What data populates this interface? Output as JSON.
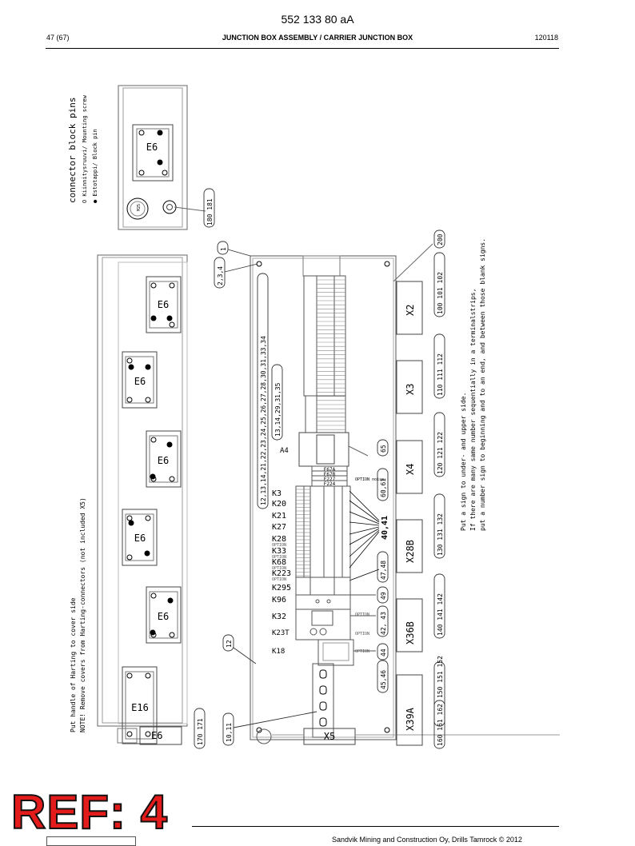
{
  "header": {
    "doc_number": "552 133 80 aA",
    "page": "47 (67)",
    "title": "JUNCTION BOX ASSEMBLY / CARRIER JUNCTION BOX",
    "date_code": "120118"
  },
  "footer": {
    "copyright": "Sandvik Mining and Construction Oy, Drills Tamrock © 2012",
    "ref_stamp": "REF: 4"
  },
  "legend": {
    "title": "connector block pins",
    "item1": "O Kiinnitysruuvi/ Mounting screw",
    "item2": "● Estotappi/ Block pin"
  },
  "notes": {
    "note1": "Put handle of Harting to cover side",
    "note2": "NOTE! Remove covers from Harting-connectors (not included X5)",
    "right1": "Put a sign to under- and upper side.",
    "right2": "If there are many same number sequentially in a terminalstrips,",
    "right3": "put a number sign to beginning and to an end, and between those blank signs."
  },
  "connectors": {
    "cover_e6": "E6",
    "m25": "M25",
    "side_e6_1": "E6",
    "side_e6_2": "E6",
    "side_e6_3": "E6",
    "side_e6_4": "E6",
    "side_e6_5": "E6",
    "side_e16": "E16",
    "bottom_e6": "E6",
    "x2": "X2",
    "x3": "X3",
    "x4": "X4",
    "x28b": "X28B",
    "x36b": "X36B",
    "x39a": "X39A",
    "x5": "X5"
  },
  "components": {
    "a4": "A4",
    "f67a": "F67A",
    "f67b": "F67B",
    "f227": "F227",
    "f224": "F224",
    "k3": "K3",
    "k20": "K20",
    "k21": "K21",
    "k27": "K27",
    "k28": "K28",
    "k33": "K33",
    "k68": "K68",
    "k223": "K223",
    "k295": "K295",
    "k96": "K96",
    "k32": "K32",
    "k23t": "K23T",
    "k18": "K18",
    "option": "OPTION",
    "option_noise": "OPTION\nnoise"
  },
  "balloons": {
    "b180_181": "180 181",
    "b1": "1",
    "b2_3_4": "2,3,4",
    "b12_list": "12,13,14,21,22,23,24,25,26,27,28,30,31,33,34",
    "b13_list": "13,14,29,31,35",
    "b65": "65",
    "b60_61": "60,61",
    "b40_41": "40,41",
    "b47_48": "47,48",
    "b49": "49",
    "b42_43": "42, 43",
    "b44": "44",
    "b45_46": "45,46",
    "b12": "12",
    "b10_11": "10,11",
    "b170_171": "170 171",
    "b200": "200",
    "b100_102": "100 101 102",
    "b110_112": "110 111 112",
    "b120_122": "120 121 122",
    "b130_132": "130 131 132",
    "b140_142": "140 141 142",
    "b150_152": "150 151 152",
    "b160_162": "160 161 162"
  }
}
